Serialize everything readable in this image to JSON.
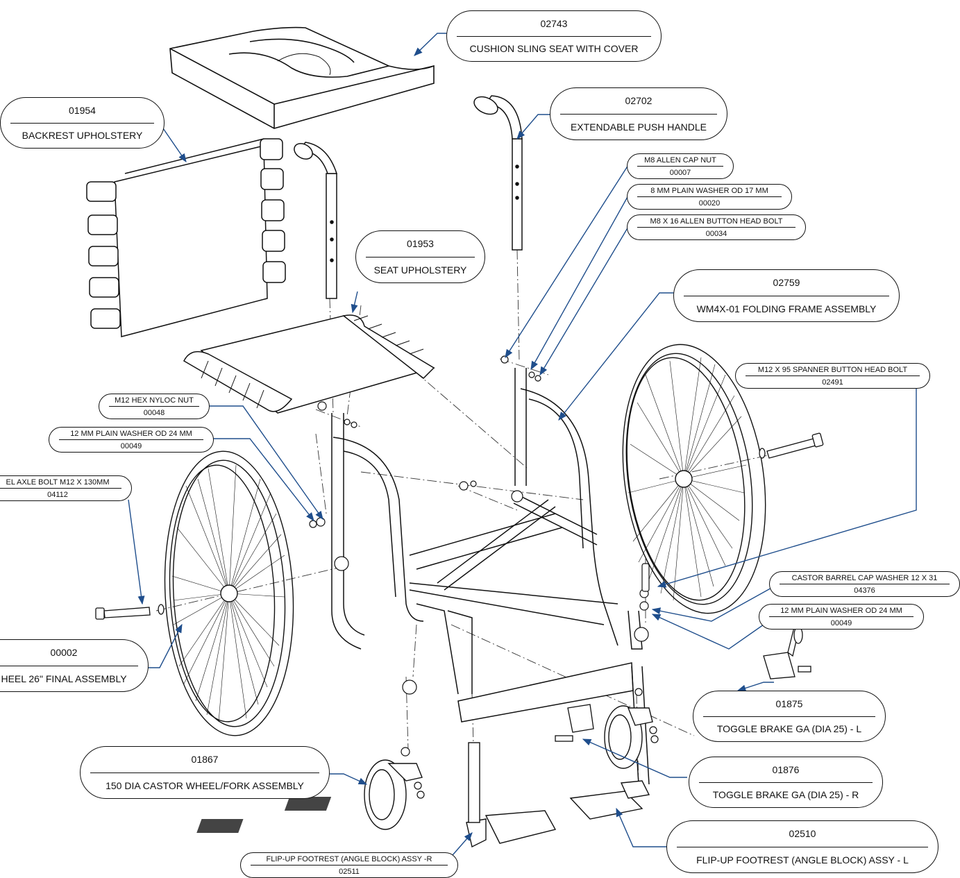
{
  "callouts": [
    {
      "id": "cushion-seat",
      "number": "02743",
      "desc": "CUSHION SLING SEAT WITH COVER",
      "number_on_top": true
    },
    {
      "id": "backrest-upholstery",
      "number": "01954",
      "desc": "BACKREST UPHOLSTERY",
      "number_on_top": true
    },
    {
      "id": "push-handle",
      "number": "02702",
      "desc": "EXTENDABLE PUSH HANDLE",
      "number_on_top": true
    },
    {
      "id": "allen-cap-nut",
      "number": "00007",
      "desc": "M8 ALLEN CAP NUT",
      "number_on_top": false
    },
    {
      "id": "plain-washer-8",
      "number": "00020",
      "desc": "8 MM PLAIN WASHER OD 17 MM",
      "number_on_top": false
    },
    {
      "id": "button-head-bolt-m8",
      "number": "00034",
      "desc": "M8 X 16 ALLEN BUTTON HEAD BOLT",
      "number_on_top": false
    },
    {
      "id": "seat-upholstery",
      "number": "01953",
      "desc": "SEAT UPHOLSTERY",
      "number_on_top": true
    },
    {
      "id": "folding-frame",
      "number": "02759",
      "desc": "WM4X-01 FOLDING FRAME ASSEMBLY",
      "number_on_top": true
    },
    {
      "id": "spanner-bolt",
      "number": "02491",
      "desc": "M12 X 95 SPANNER BUTTON HEAD BOLT",
      "number_on_top": false
    },
    {
      "id": "hex-nyloc-nut",
      "number": "00048",
      "desc": "M12 HEX NYLOC NUT",
      "number_on_top": false
    },
    {
      "id": "plain-washer-12-left",
      "number": "00049",
      "desc": "12 MM PLAIN WASHER OD 24 MM",
      "number_on_top": false
    },
    {
      "id": "axle-bolt",
      "number": "04112",
      "desc": "EL AXLE BOLT M12 X 130MM",
      "number_on_top": false
    },
    {
      "id": "castor-cap-washer",
      "number": "04376",
      "desc": "CASTOR BARREL CAP WASHER 12 X 31",
      "number_on_top": false
    },
    {
      "id": "plain-washer-12-right",
      "number": "00049",
      "desc": "12 MM PLAIN WASHER OD 24 MM",
      "number_on_top": false
    },
    {
      "id": "wheel-assembly",
      "number": "00002",
      "desc": "HEEL 26\" FINAL ASSEMBLY",
      "number_on_top": true
    },
    {
      "id": "toggle-brake-l",
      "number": "01875",
      "desc": "TOGGLE BRAKE GA (DIA 25) - L",
      "number_on_top": true
    },
    {
      "id": "castor-wheel-fork",
      "number": "01867",
      "desc": "150 DIA CASTOR WHEEL/FORK ASSEMBLY",
      "number_on_top": true
    },
    {
      "id": "toggle-brake-r",
      "number": "01876",
      "desc": "TOGGLE BRAKE GA (DIA 25) - R",
      "number_on_top": true
    },
    {
      "id": "footrest-l",
      "number": "02510",
      "desc": "FLIP-UP FOOTREST (ANGLE BLOCK) ASSY - L",
      "number_on_top": true
    },
    {
      "id": "footrest-r",
      "number": "02511",
      "desc": "FLIP-UP FOOTREST (ANGLE BLOCK) ASSY -R",
      "number_on_top": false
    }
  ],
  "colors": {
    "leader": "#1f4e8c",
    "ink": "#111111"
  }
}
